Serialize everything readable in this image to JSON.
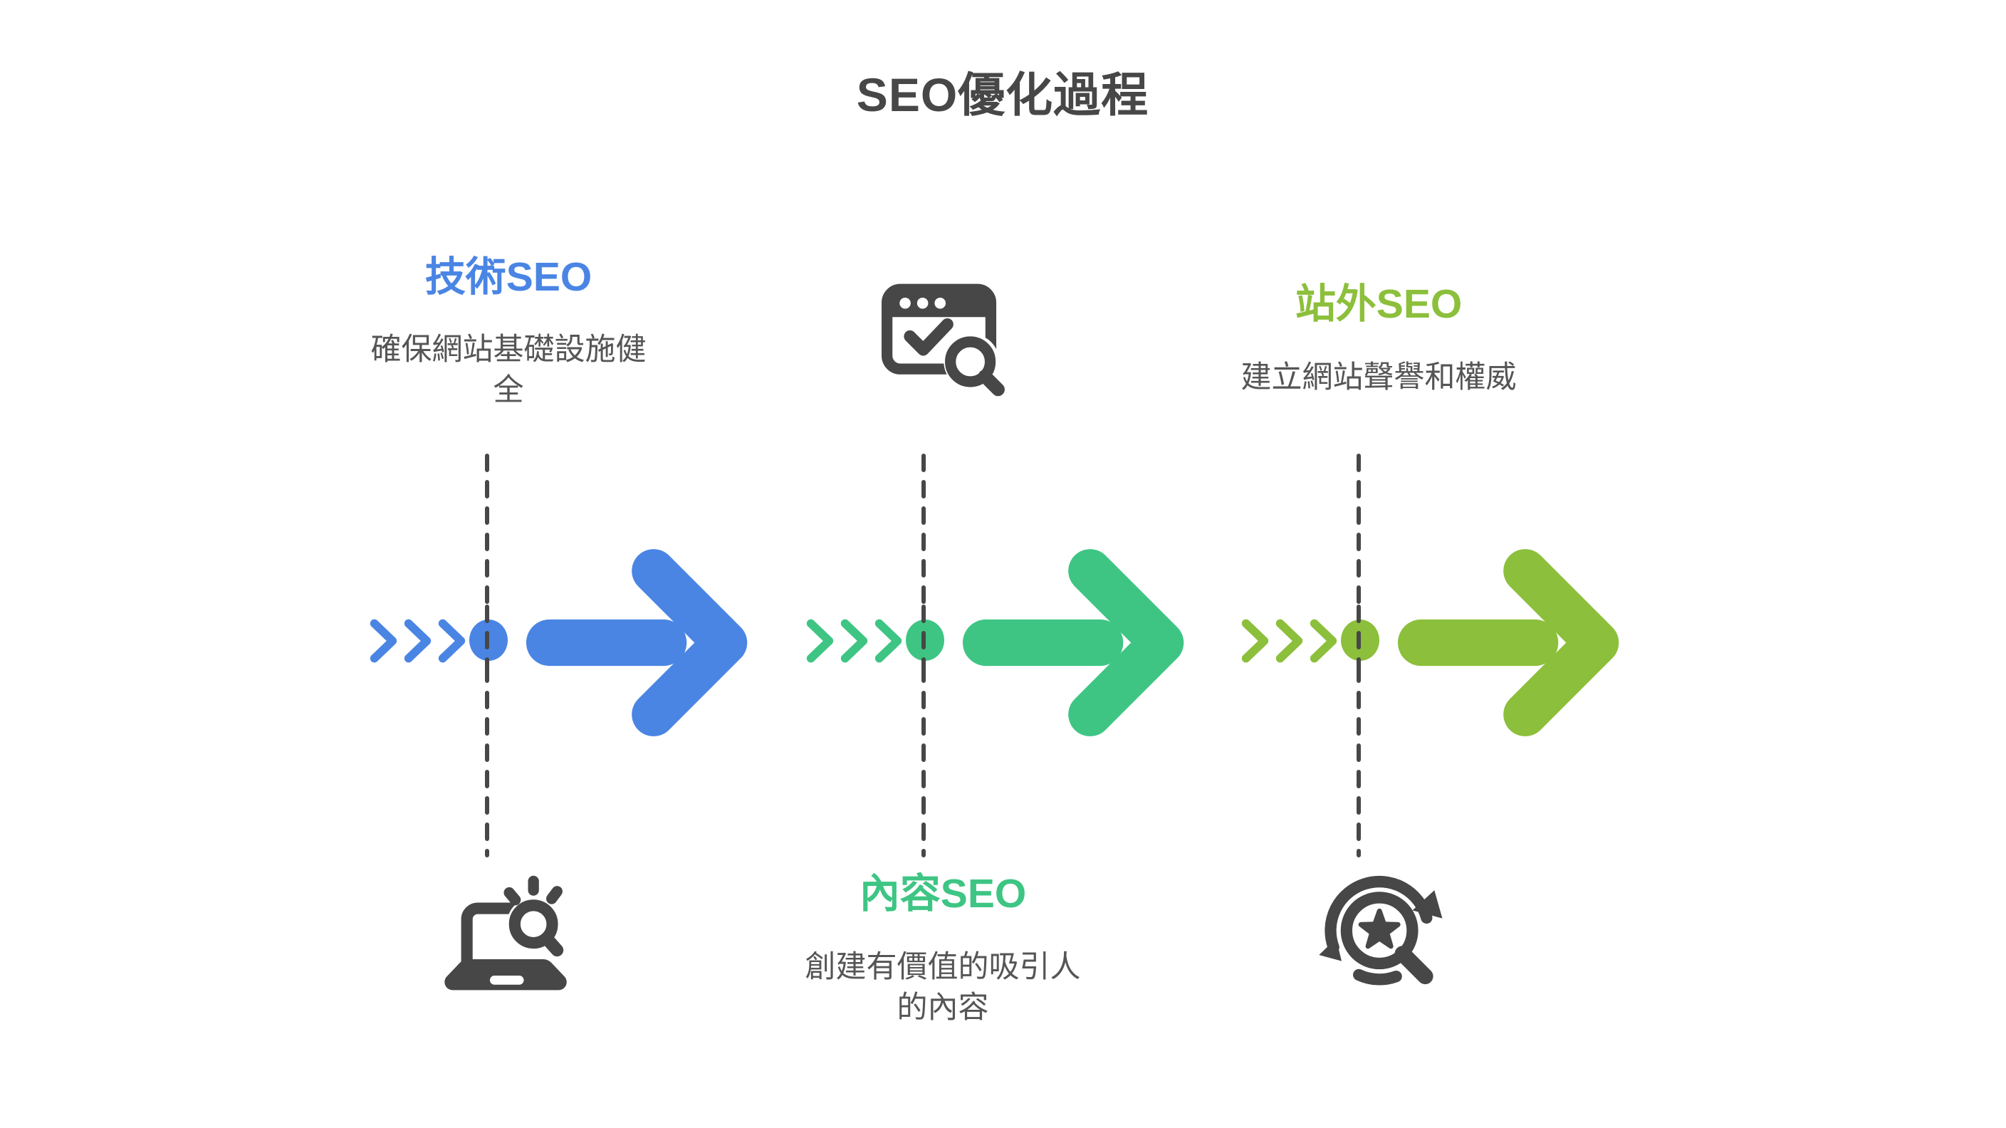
{
  "title": "SEO優化過程",
  "colors": {
    "technical_blue": "#4A85E4",
    "content_green": "#3EC584",
    "offsite_lime": "#8CBF3B",
    "dark_gray": "#474747",
    "description_gray": "#555555",
    "background": "#FFFFFF"
  },
  "stages": [
    {
      "label": "技術SEO",
      "description": "確保網站基礎設施健全",
      "color": "#4A85E4",
      "icon": "laptop-search-icon",
      "label_position": "top",
      "icon_position": "bottom"
    },
    {
      "label": "內容SEO",
      "description": "創建有價值的吸引人的內容",
      "color": "#3EC584",
      "icon": "browser-check-search-icon",
      "label_position": "bottom",
      "icon_position": "top"
    },
    {
      "label": "站外SEO",
      "description": "建立網站聲譽和權威",
      "color": "#8CBF3B",
      "icon": "star-search-refresh-icon",
      "label_position": "top",
      "icon_position": "bottom"
    }
  ]
}
